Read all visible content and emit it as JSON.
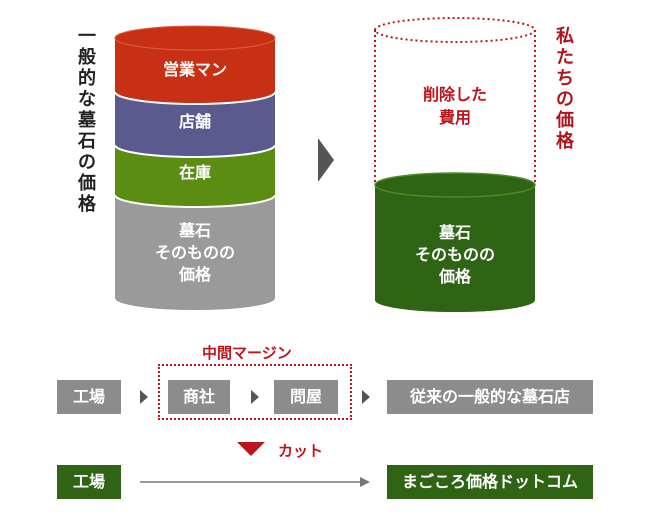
{
  "left_title": "一般的な墓石の価格",
  "right_title": "私たちの価格",
  "left_stack": {
    "layer_sales": "営業マン",
    "layer_store": "店舗",
    "layer_stock": "在庫",
    "layer_base_line1": "墓石",
    "layer_base_line2": "そのものの",
    "layer_base_line3": "価格"
  },
  "right_stack": {
    "removed_line1": "削除した",
    "removed_line2": "費用",
    "base_line1": "墓石",
    "base_line2": "そのものの",
    "base_line3": "価格"
  },
  "flow": {
    "middle_margin_label": "中間マージン",
    "row1": {
      "factory": "工場",
      "trading": "商社",
      "wholesale": "問屋",
      "store": "従来の一般的な墓石店"
    },
    "cut_label": "カット",
    "row2": {
      "factory": "工場",
      "store": "まごころ価格ドットコム"
    }
  },
  "colors": {
    "sales": "#c83014",
    "store": "#5b5a8e",
    "stock": "#5a8d12",
    "base_gray": "#9a9a9a",
    "base_green": "#2f6414",
    "accent_red": "#c0141c"
  }
}
